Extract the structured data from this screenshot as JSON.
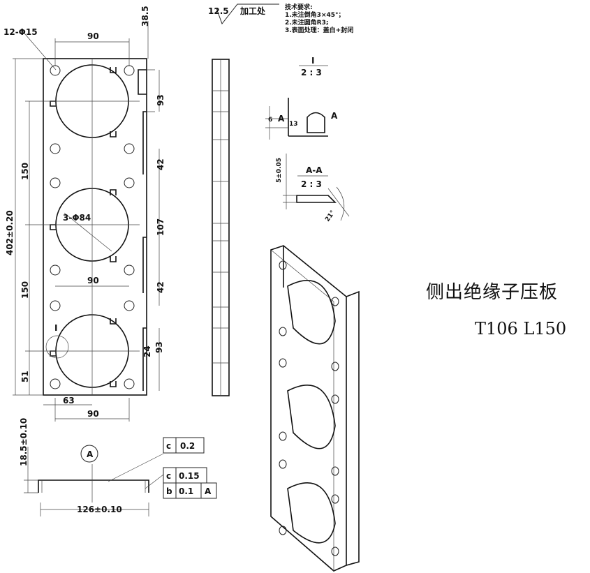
{
  "surface": {
    "roughness": "12.5",
    "note": "加工处"
  },
  "requirements": {
    "heading": "技术要求:",
    "items": [
      "1.未注倒角3×45°；",
      "2.未注圆角R3;",
      "3.表面处理：盖白+封闭"
    ]
  },
  "front_view": {
    "holes_label": "12-Φ15",
    "circles_label": "3-Φ84",
    "detail_mark": "I",
    "dims": {
      "top_span": "90",
      "top_offset": "38.5",
      "right_top": "93",
      "left_upper": "150",
      "right_42a": "42",
      "right_107": "107",
      "right_42b": "42",
      "mid_span": "90",
      "left_lower": "150",
      "right_24": "24",
      "right_93b": "93",
      "left_51": "51",
      "bottom_63": "63",
      "bottom_90": "90",
      "overall": "402±0.20"
    }
  },
  "detail_I": {
    "label": "I",
    "scale": "2 : 3",
    "d6": "6",
    "d13": "13",
    "section": "A"
  },
  "section_AA": {
    "label": "A-A",
    "scale": "2 : 3",
    "thickness": "5±0.05",
    "angle": "21°"
  },
  "section_view": {
    "height": "18.5±0.10",
    "width": "126±0.10",
    "datum": "A",
    "tol1": [
      "c",
      "0.2"
    ],
    "tol2": [
      "c",
      "0.15"
    ],
    "tol3": [
      "b",
      "0.1",
      "A"
    ]
  },
  "title": "侧出绝缘子压板",
  "code": "T106  L150"
}
